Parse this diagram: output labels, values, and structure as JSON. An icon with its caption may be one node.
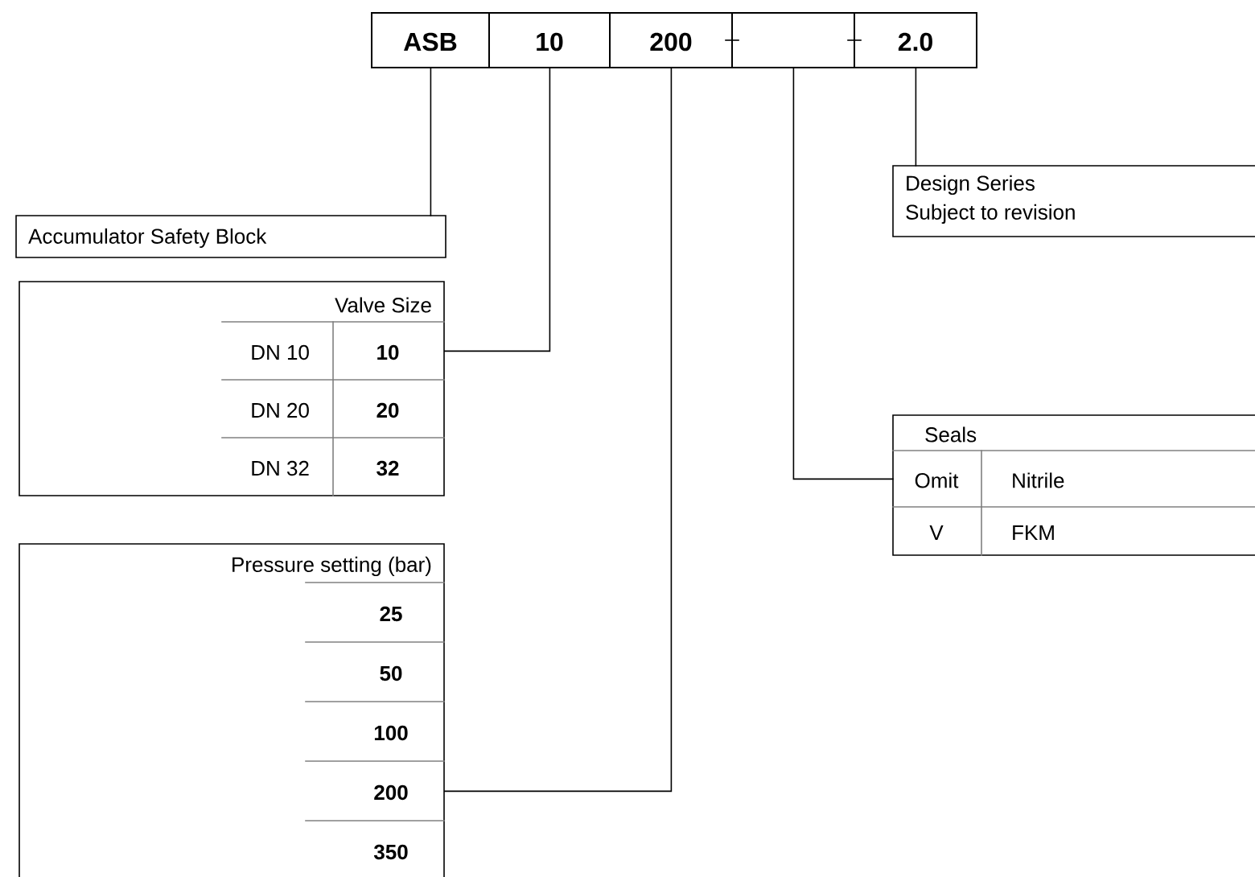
{
  "diagram": {
    "nodes": [
      {
        "text": [
          "ASB"
        ]
      },
      {
        "text": [
          "10"
        ]
      },
      {
        "text": [
          "200"
        ]
      },
      {
        "text": [],
        "shape": "box"
      },
      {
        "text": [
          "2.0"
        ]
      },
      {
        "text": [
          "Accumulator Safety Block"
        ]
      },
      {
        "text": [
          "Valve Size"
        ]
      },
      {
        "text": [
          "DN 10",
          "10"
        ],
        "in": 6
      },
      {
        "text": [
          "DN 20",
          "20"
        ],
        "in": 6
      },
      {
        "text": [
          "DN 32",
          "32"
        ],
        "in": 6
      },
      {
        "text": [
          "Pressure setting (bar)"
        ]
      },
      {
        "text": [
          "25"
        ],
        "in": 10
      },
      {
        "text": [
          "50"
        ],
        "in": 10
      },
      {
        "text": [
          "100"
        ],
        "in": 10
      },
      {
        "text": [
          "200"
        ],
        "in": 10
      },
      {
        "text": [
          "350"
        ],
        "in": 10
      },
      {
        "text": [
          "Design Series",
          "Subject to revision"
        ]
      },
      {
        "text": [
          "Seals"
        ]
      },
      {
        "text": [
          "Omit",
          "Nitrile"
        ],
        "in": 17
      },
      {
        "text": [
          "V",
          "FKM"
        ],
        "in": 17
      }
    ],
    "edges": [
      {
        "from": 0,
        "to": 5,
        "arrow": "none"
      },
      {
        "from": 1,
        "to": 7,
        "arrow": "none"
      },
      {
        "from": 2,
        "to": 14,
        "arrow": "none"
      },
      {
        "from": 3,
        "to": 18,
        "arrow": "none"
      },
      {
        "from": 4,
        "to": 16,
        "arrow": "none"
      }
    ]
  }
}
